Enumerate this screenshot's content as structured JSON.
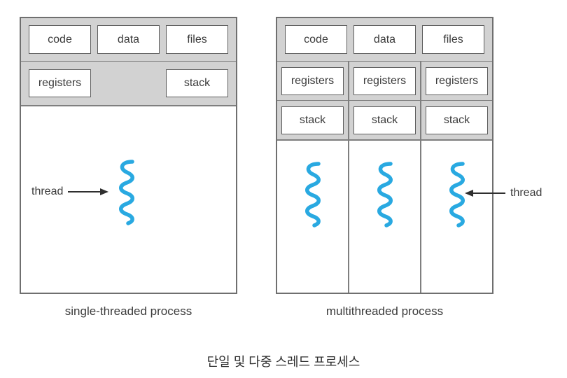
{
  "figure": {
    "caption": "단일 및 다중 스레드 프로세스"
  },
  "colors": {
    "header_fill": "#d2d2d2",
    "outer_border": "#6f6f6f",
    "inner_box_border": "#5c5c5c",
    "divider_line": "#7f7f7f",
    "thread_blue": "#29a9e1",
    "arrow": "#2f2f2f",
    "text": "#3b3b3b",
    "background": "#ffffff"
  },
  "single_threaded": {
    "caption": "single-threaded process",
    "top_boxes": [
      "code",
      "data",
      "files"
    ],
    "registers_label": "registers",
    "stack_label": "stack",
    "thread_label": "thread"
  },
  "multithreaded": {
    "caption": "multithreaded process",
    "top_boxes": [
      "code",
      "data",
      "files"
    ],
    "columns": [
      {
        "registers": "registers",
        "stack": "stack"
      },
      {
        "registers": "registers",
        "stack": "stack"
      },
      {
        "registers": "registers",
        "stack": "stack"
      }
    ],
    "thread_label": "thread"
  }
}
